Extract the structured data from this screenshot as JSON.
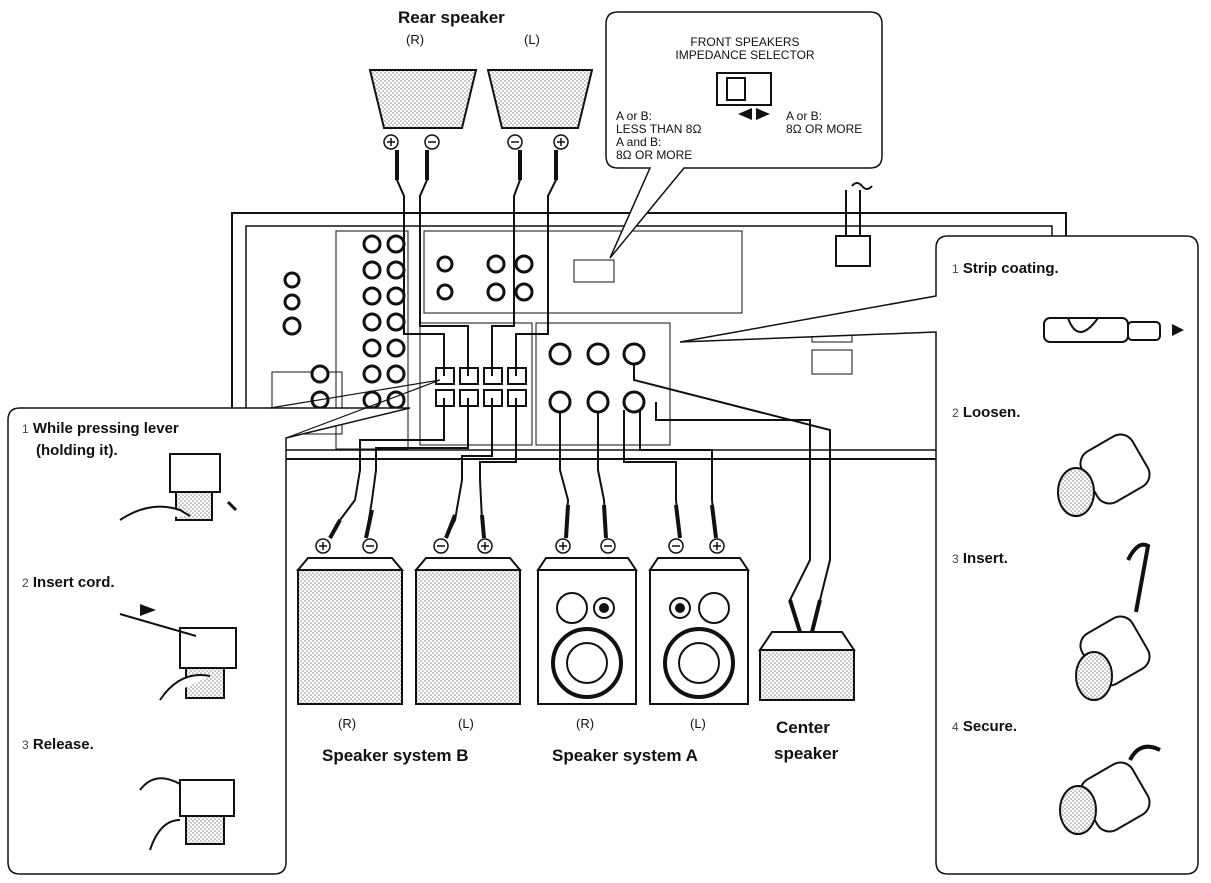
{
  "labels": {
    "rear_speaker": "Rear speaker",
    "rear_r": "(R)",
    "rear_l": "(L)",
    "system_b": "Speaker system B",
    "system_a": "Speaker system A",
    "center_line1": "Center",
    "center_line2": "speaker",
    "sysb_r": "(R)",
    "sysb_l": "(L)",
    "sysa_r": "(R)",
    "sysa_l": "(L)"
  },
  "selector": {
    "title_line1": "FRONT SPEAKERS",
    "title_line2": "IMPEDANCE SELECTOR",
    "left_line1": "A or B:",
    "left_line2": "LESS THAN 8Ω",
    "left_line3": "A and B:",
    "left_line4": "8Ω OR MORE",
    "right_line1": "A or B:",
    "right_line2": "8Ω OR MORE"
  },
  "left_steps": [
    {
      "num": "1",
      "text": "While  pressing  lever"
    },
    {
      "num": "",
      "text": "(holding it)."
    },
    {
      "num": "2",
      "text": "Insert cord."
    },
    {
      "num": "3",
      "text": "Release."
    }
  ],
  "right_steps": [
    {
      "num": "1",
      "text": "Strip coating."
    },
    {
      "num": "2",
      "text": "Loosen."
    },
    {
      "num": "3",
      "text": "Insert."
    },
    {
      "num": "4",
      "text": "Secure."
    }
  ]
}
